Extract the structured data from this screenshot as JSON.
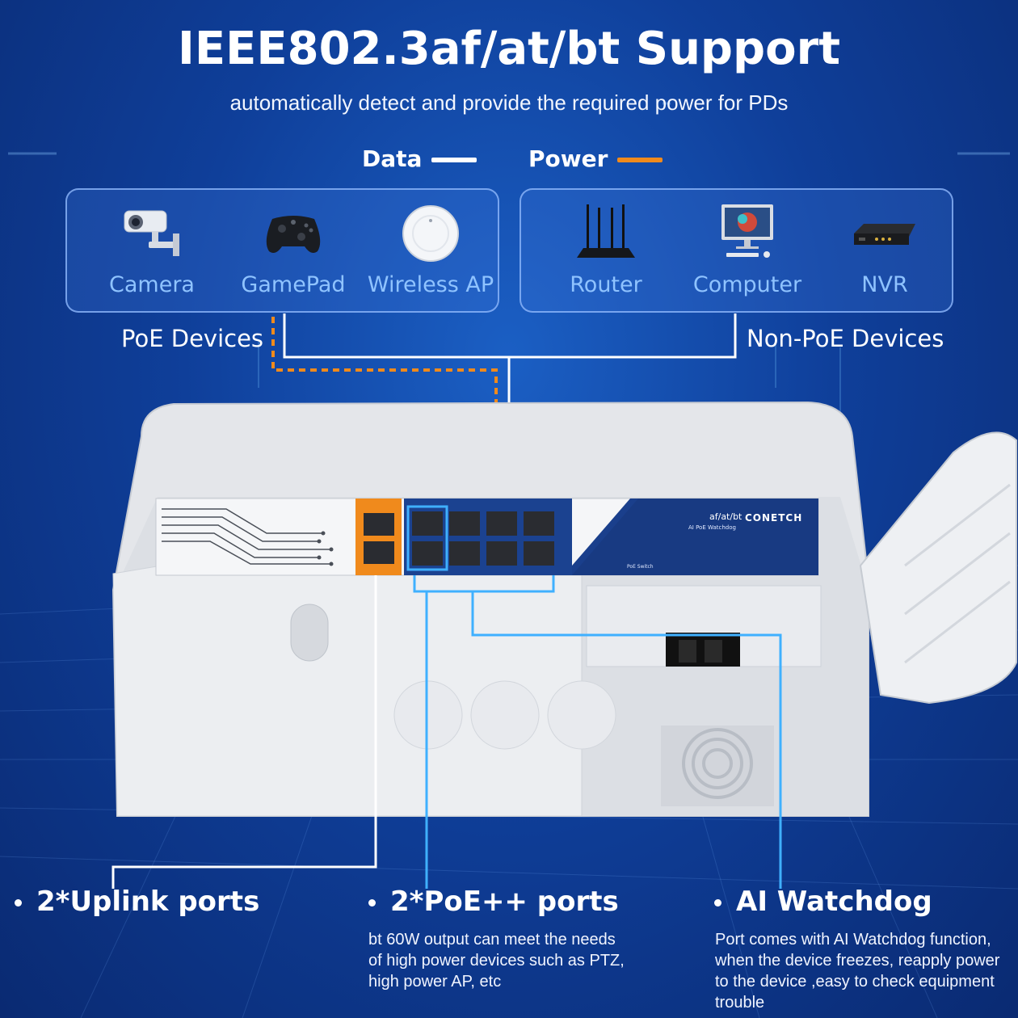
{
  "header": {
    "title": "IEEE802.3af/at/bt Support",
    "subtitle": "automatically detect and provide the required power for PDs"
  },
  "legend": {
    "data_label": "Data",
    "data_color": "#ffffff",
    "power_label": "Power",
    "power_color": "#f08a1c"
  },
  "poe_group": {
    "label": "PoE Devices",
    "devices": [
      {
        "label": "Camera",
        "icon": "camera-icon"
      },
      {
        "label": "GamePad",
        "icon": "gamepad-icon"
      },
      {
        "label": "Wireless AP",
        "icon": "wireless-ap-icon"
      }
    ]
  },
  "nonpoe_group": {
    "label": "Non-PoE Devices",
    "devices": [
      {
        "label": "Router",
        "icon": "router-icon"
      },
      {
        "label": "Computer",
        "icon": "computer-icon"
      },
      {
        "label": "NVR",
        "icon": "nvr-icon"
      }
    ]
  },
  "product": {
    "model_text": "af/at/bt",
    "brand": "CONETCH",
    "feature_text": "AI PoE Watchdog",
    "switch_label": "PoE Switch"
  },
  "features": [
    {
      "title": "2*Uplink ports",
      "desc": []
    },
    {
      "title": "2*PoE++ ports",
      "desc": [
        "bt 60W output can meet the needs",
        "of high power devices such as PTZ,",
        "high power AP, etc"
      ]
    },
    {
      "title": "AI Watchdog",
      "desc": [
        "Port comes with AI Watchdog function,",
        "when the device freezes, reapply power",
        "to the device ,easy to check equipment",
        "trouble"
      ]
    }
  ],
  "colors": {
    "accent_cyan": "#3fb0ff",
    "power_orange": "#f08a1c",
    "panel_blue": "#1a3f8c"
  }
}
